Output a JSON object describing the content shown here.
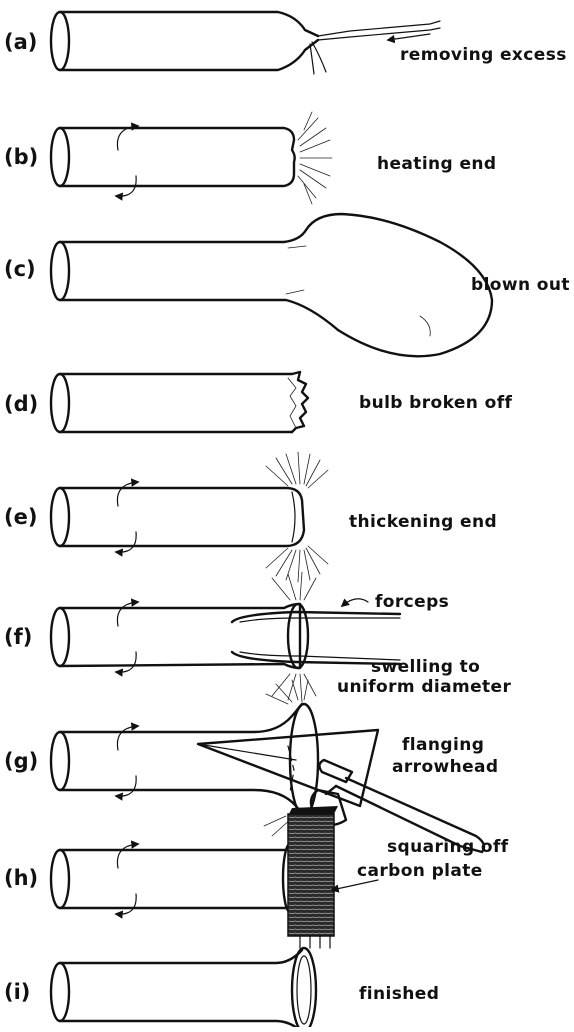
{
  "steps": [
    {
      "id": "a",
      "tag": "(a)",
      "caption": "removing excess"
    },
    {
      "id": "b",
      "tag": "(b)",
      "caption": "heating end"
    },
    {
      "id": "c",
      "tag": "(c)",
      "caption": "blown out"
    },
    {
      "id": "d",
      "tag": "(d)",
      "caption": "bulb broken off"
    },
    {
      "id": "e",
      "tag": "(e)",
      "caption": "thickening end"
    },
    {
      "id": "f",
      "tag": "(f)",
      "caption": "swelling to",
      "caption2": "uniform diameter",
      "tool_label": "forceps"
    },
    {
      "id": "g",
      "tag": "(g)",
      "caption": "flanging",
      "caption2": "arrowhead"
    },
    {
      "id": "h",
      "tag": "(h)",
      "caption": "squaring off",
      "tool_label": "carbon plate"
    },
    {
      "id": "i",
      "tag": "(i)",
      "caption": "finished"
    }
  ]
}
